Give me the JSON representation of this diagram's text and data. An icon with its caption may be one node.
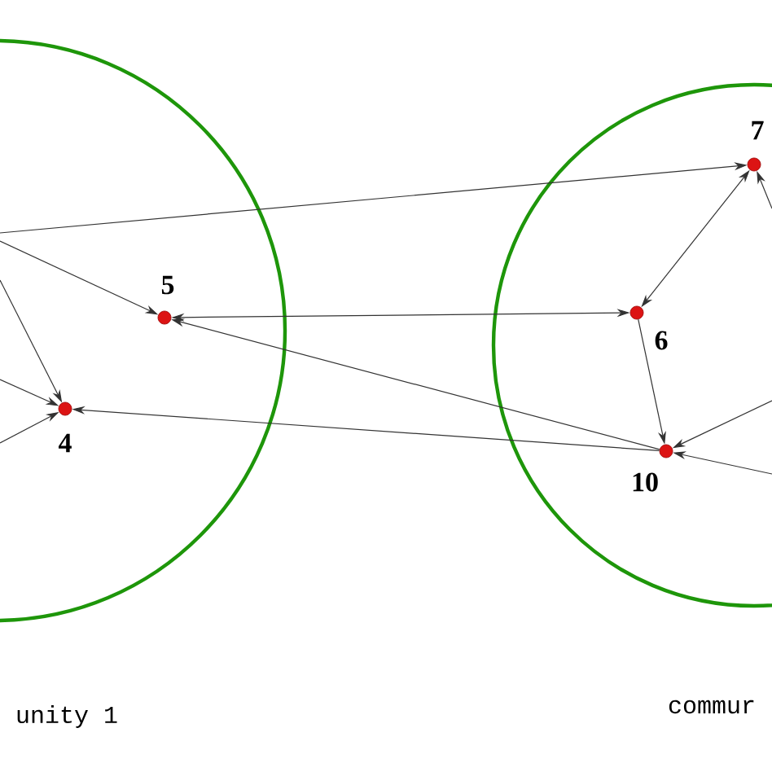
{
  "diagram": {
    "nodes": [
      {
        "text": [],
        "shape": "circle",
        "beside": [
          "unity 1"
        ]
      },
      {
        "text": [],
        "shape": "circle",
        "beside": [
          "commur"
        ]
      },
      {
        "text": [
          "5"
        ],
        "in": 0
      },
      {
        "text": [
          "4"
        ],
        "in": 0
      },
      {
        "text": [
          "7"
        ],
        "in": 1
      },
      {
        "text": [
          "6"
        ],
        "in": 1
      },
      {
        "text": [
          "10"
        ],
        "in": 1
      }
    ],
    "edges": [
      {
        "from": null,
        "to": 4,
        "arrow": "to"
      },
      {
        "from": null,
        "to": 2,
        "arrow": "to"
      },
      {
        "from": null,
        "to": 3,
        "arrow": "to"
      },
      {
        "from": null,
        "to": 3,
        "arrow": "to"
      },
      {
        "from": null,
        "to": 3,
        "arrow": "to"
      },
      {
        "from": 5,
        "to": 2,
        "arrow": "both"
      },
      {
        "from": 6,
        "to": 2,
        "arrow": "to"
      },
      {
        "from": 6,
        "to": 3,
        "arrow": "to"
      },
      {
        "from": 4,
        "to": 5,
        "arrow": "both"
      },
      {
        "from": 5,
        "to": 6,
        "arrow": "to"
      },
      {
        "from": null,
        "to": 6,
        "arrow": "to"
      },
      {
        "from": null,
        "to": 6,
        "arrow": "to"
      },
      {
        "from": null,
        "to": 4,
        "arrow": "to"
      }
    ]
  }
}
